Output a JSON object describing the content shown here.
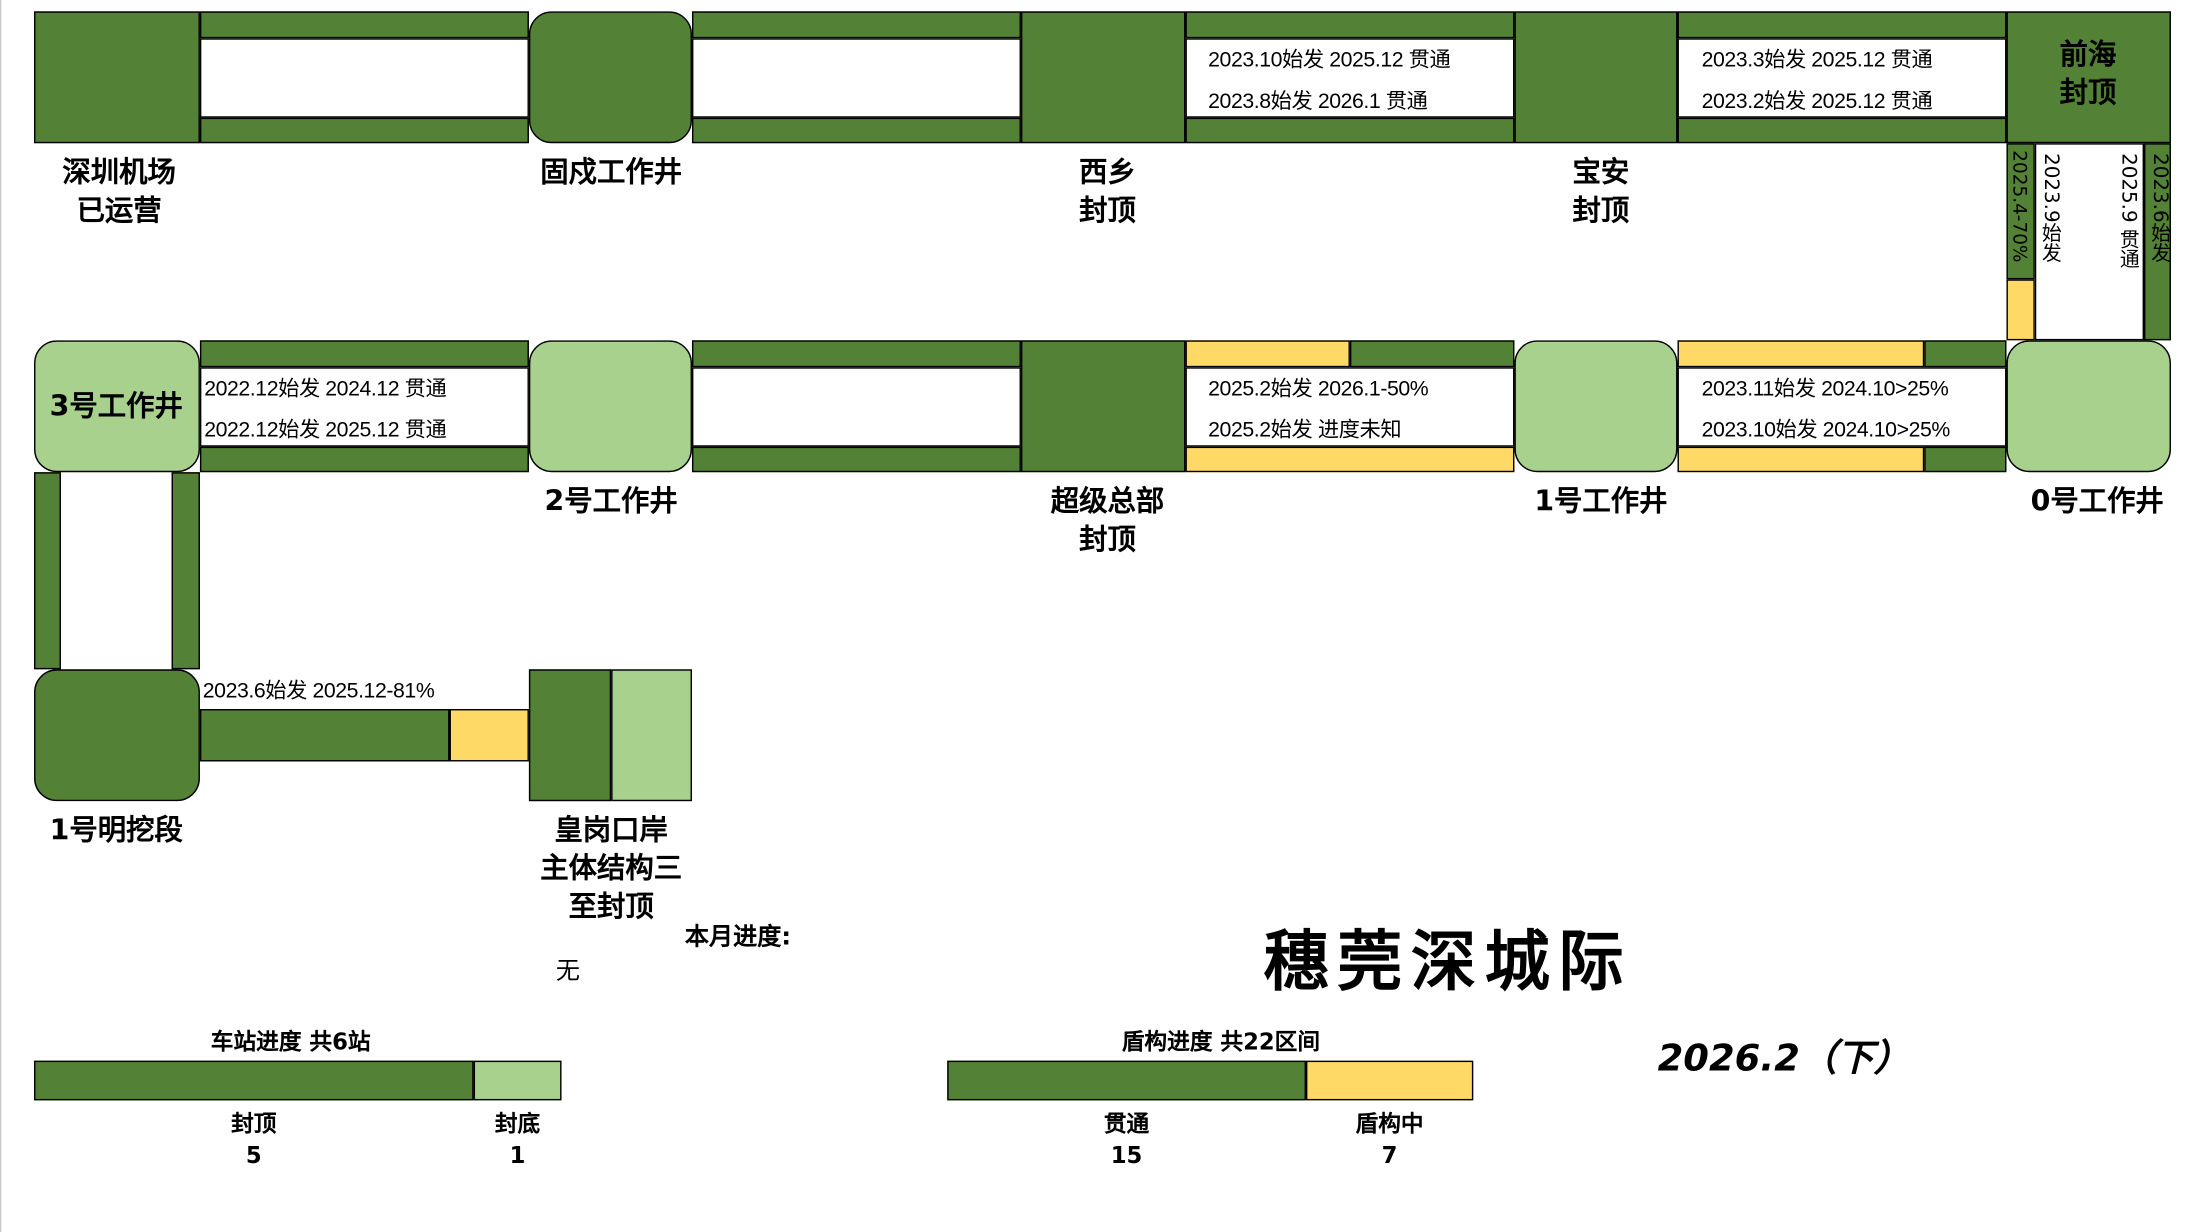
{
  "colors": {
    "done": "#538135",
    "bottom_sealed": "#a9d18e",
    "in_progress": "#ffd966"
  },
  "stations": {
    "shenzhen_airport": "深圳机场\n已运营",
    "gushu": "固戍工作井",
    "xixiang": "西乡\n封顶",
    "baoan": "宝安\n封顶",
    "qianhai": "前海\n封顶",
    "shaft3": "3号工作井",
    "shaft2": "2号工作井",
    "super_hq": "超级总部\n封顶",
    "shaft1": "1号工作井",
    "shaft0": "0号工作井",
    "cut1": "1号明挖段",
    "huanggang": "皇岗口岸\n主体结构三\n至封顶"
  },
  "tunnels": {
    "xixiang_baoan": [
      "2023.10始发 2025.12 贯通",
      "2023.8始发 2026.1 贯通"
    ],
    "baoan_qianhai": [
      "2023.3始发 2025.12 贯通",
      "2023.2始发 2025.12 贯通"
    ],
    "qianhai_shaft0": [
      "2025.4-70%",
      "2023.9始发",
      "2025.9 贯通",
      "2023.6始发"
    ],
    "shaft3_shaft2": [
      "2022.12始发 2024.12 贯通",
      "2022.12始发 2025.12 贯通"
    ],
    "hq_shaft1": [
      "2025.2始发 2026.1-50%",
      "2025.2始发 进度未知"
    ],
    "shaft1_shaft0": [
      "2023.11始发 2024.10>25%",
      "2023.10始发 2024.10>25%"
    ],
    "cut1_huanggang": [
      "2023.6始发 2025.12-81%"
    ]
  },
  "monthly": {
    "label": "本月进度:",
    "value": "无"
  },
  "title": "穗莞深城际",
  "date": "2026.2（下）",
  "station_progress": {
    "title": "车站进度 共6站",
    "total": 6,
    "segments": [
      {
        "label": "封顶",
        "value": 5,
        "color": "#538135"
      },
      {
        "label": "封底",
        "value": 1,
        "color": "#a9d18e"
      }
    ]
  },
  "shield_progress": {
    "title": "盾构进度 共22区间",
    "total": 22,
    "segments": [
      {
        "label": "贯通",
        "value": 15,
        "color": "#538135"
      },
      {
        "label": "盾构中",
        "value": 7,
        "color": "#ffd966"
      }
    ]
  }
}
